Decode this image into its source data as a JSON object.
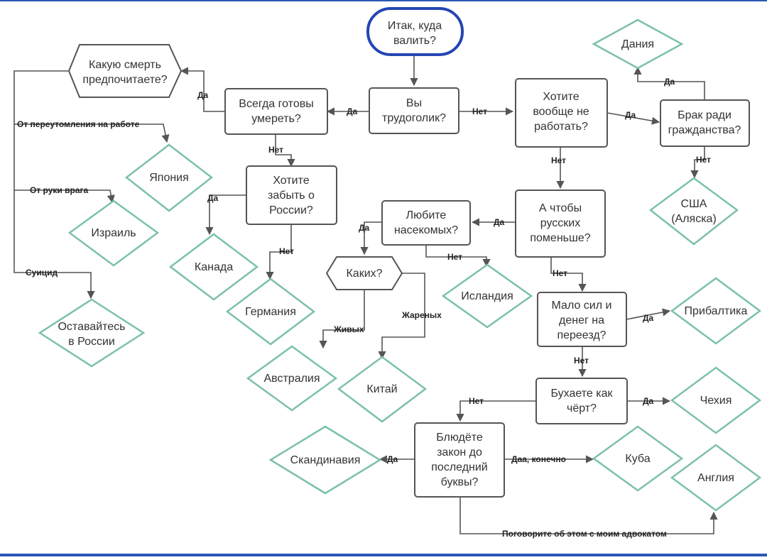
{
  "nodes": {
    "start": "Итак, куда валить?",
    "workaholic": "Вы трудоголик?",
    "ready_to_die": "Всегда готовы умереть?",
    "death": "Какую смерть предпочитаете?",
    "not_work": "Хотите вообще не работать?",
    "marriage": "Брак ради гражданства?",
    "forget_russia": "Хотите забыть о России?",
    "insects": "Любите насекомых?",
    "fewer_russians": "А чтобы русских поменьше?",
    "which": "Каких?",
    "little_strength": "Мало сил и денег на переезд?",
    "drink": "Бухаете как чёрт?",
    "law": "Блюдёте закон до последний буквы?"
  },
  "destinations": {
    "japan": "Япония",
    "israel": "Израиль",
    "stay": "Оставайтесь в России",
    "canada": "Канада",
    "germany": "Германия",
    "australia": "Австралия",
    "china": "Китай",
    "iceland": "Исландия",
    "denmark": "Дания",
    "usa": "США (Аляска)",
    "baltics": "Прибалтика",
    "czech": "Чехия",
    "scandinavia": "Скандинавия",
    "cuba": "Куба",
    "england": "Англия"
  },
  "edge_labels": {
    "yes": "Да",
    "no": "Нет",
    "overwork": "От переутомления на работе",
    "enemy": "От руки врага",
    "suicide": "Суицид",
    "alive": "Живых",
    "fried": "Жареных",
    "yes_of_course": "Даа, конечно",
    "lawyer": "Поговорите об этом с моим адвокатом"
  },
  "colors": {
    "frame": "#2a58b5",
    "start_outline": "#2445b3",
    "destination_outline": "#7cc0ad",
    "box_outline": "#555555",
    "text": "#333333"
  }
}
